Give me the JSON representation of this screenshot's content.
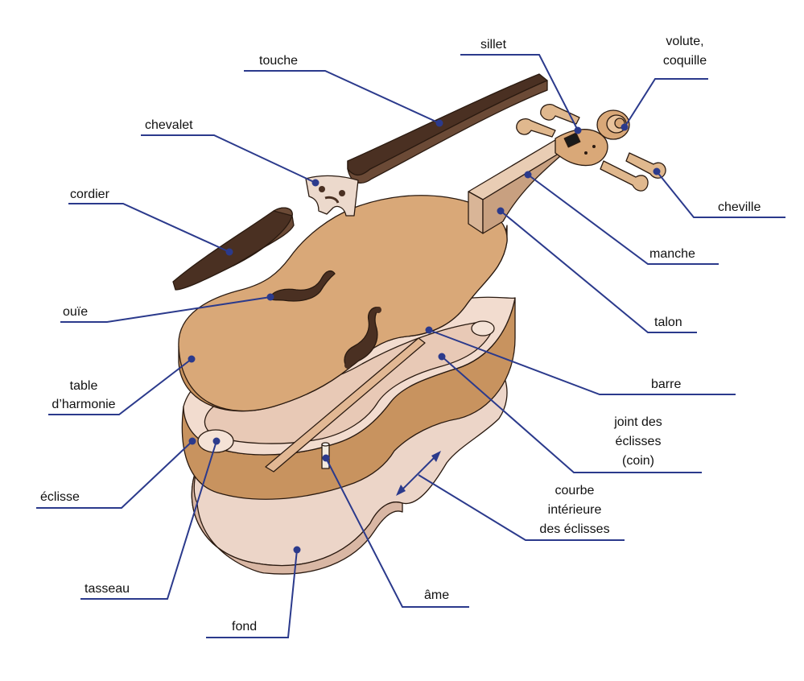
{
  "colors": {
    "leader": "#2b3a8c",
    "wood_top": "#d9a878",
    "wood_side": "#c8935f",
    "wood_dark": "#5a3a28",
    "back_plate": "#ecd5c8",
    "ribs_inner": "#f2dccf",
    "outline": "#2a1a10"
  },
  "labels": {
    "sillet": "sillet",
    "volute_1": "volute,",
    "volute_2": "coquille",
    "touche": "touche",
    "chevalet": "chevalet",
    "cordier": "cordier",
    "cheville": "cheville",
    "manche": "manche",
    "ouie": "ouïe",
    "talon": "talon",
    "barre": "barre",
    "table_1": "table",
    "table_2": "d’harmonie",
    "joint_1": "joint des",
    "joint_2": "éclisses",
    "joint_3": "(coin)",
    "eclisse": "éclisse",
    "courbe_1": "courbe",
    "courbe_2": "intérieure",
    "courbe_3": "des éclisses",
    "tasseau": "tasseau",
    "ame": "âme",
    "fond": "fond"
  },
  "icons": [
    "double-arrow-icon",
    "leader-dot-icon"
  ]
}
